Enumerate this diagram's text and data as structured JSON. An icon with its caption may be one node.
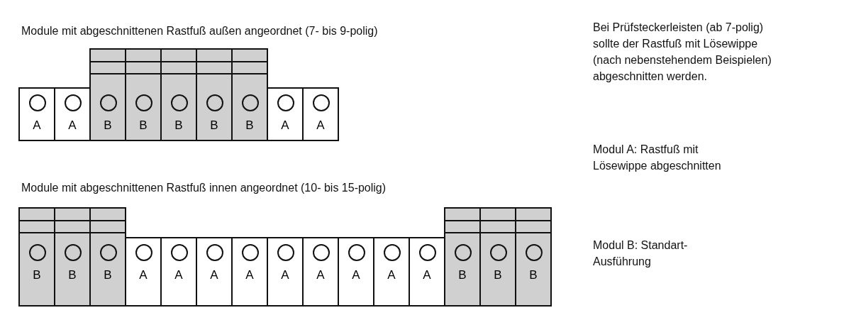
{
  "diagram": {
    "nodes": [
      {
        "text": [
          "A"
        ]
      },
      {
        "text": [
          "A"
        ]
      },
      {
        "text": [
          "B"
        ]
      },
      {
        "text": [
          "B"
        ]
      },
      {
        "text": [
          "B"
        ]
      },
      {
        "text": [
          "B"
        ]
      },
      {
        "text": [
          "B"
        ]
      },
      {
        "text": [
          "A"
        ]
      },
      {
        "text": [
          "A"
        ]
      },
      {
        "text": [
          "B"
        ]
      },
      {
        "text": [
          "B"
        ]
      },
      {
        "text": [
          "B"
        ]
      },
      {
        "text": [
          "A"
        ]
      },
      {
        "text": [
          "A"
        ]
      },
      {
        "text": [
          "A"
        ]
      },
      {
        "text": [
          "A"
        ]
      },
      {
        "text": [
          "A"
        ]
      },
      {
        "text": [
          "A"
        ]
      },
      {
        "text": [
          "A"
        ]
      },
      {
        "text": [
          "A"
        ]
      },
      {
        "text": [
          "A"
        ]
      },
      {
        "text": [
          "B"
        ]
      },
      {
        "text": [
          "B"
        ]
      },
      {
        "text": [
          "B"
        ]
      }
    ],
    "edges": [],
    "labels": [
      "Module mit abgeschnittenen Rastfuß außen angeordnet (7- bis 9-polig)",
      "Module mit abgeschnittenen Rastfuß innen angeordnet (10- bis 15-polig)",
      "Bei Prüfsteckerleisten (ab 7-polig) sollte der Rastfuß mit Lösewippe (nach nebenstehendem Beispielen) abgeschnitten werden.",
      "Modul A: Rastfuß mit Lösewippe abgeschnitten",
      "Modul B: Standart-Ausführung"
    ]
  }
}
